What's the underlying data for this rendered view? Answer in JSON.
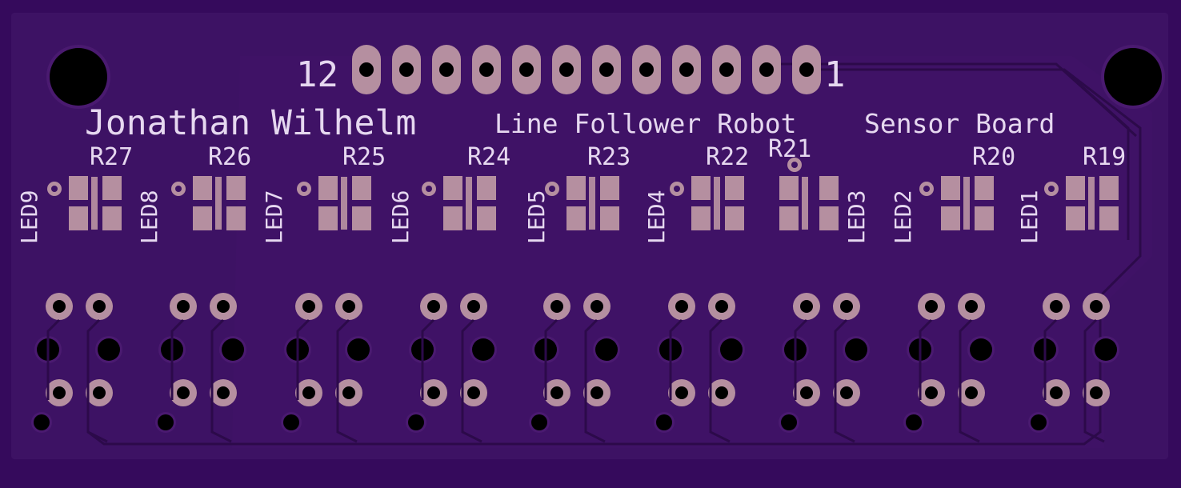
{
  "silkscreen": {
    "author": "Jonathan Wilhelm",
    "project": "Line Follower Robot",
    "subtitle": "Sensor Board",
    "header_pin_first": "12",
    "header_pin_last": "1"
  },
  "resistors": [
    "R27",
    "R26",
    "R25",
    "R24",
    "R23",
    "R22",
    "R21",
    "R20",
    "R19"
  ],
  "leds": [
    "LED9",
    "LED8",
    "LED7",
    "LED6",
    "LED5",
    "LED4",
    "LED3",
    "LED2",
    "LED1"
  ],
  "colors": {
    "background": "#350a5c",
    "board": "#3d1264",
    "copper": "#42126a",
    "trace": "#2e0a4e",
    "pad": "#b58fa0",
    "silkscreen": "#e6d8f0",
    "hole": "#000000"
  }
}
